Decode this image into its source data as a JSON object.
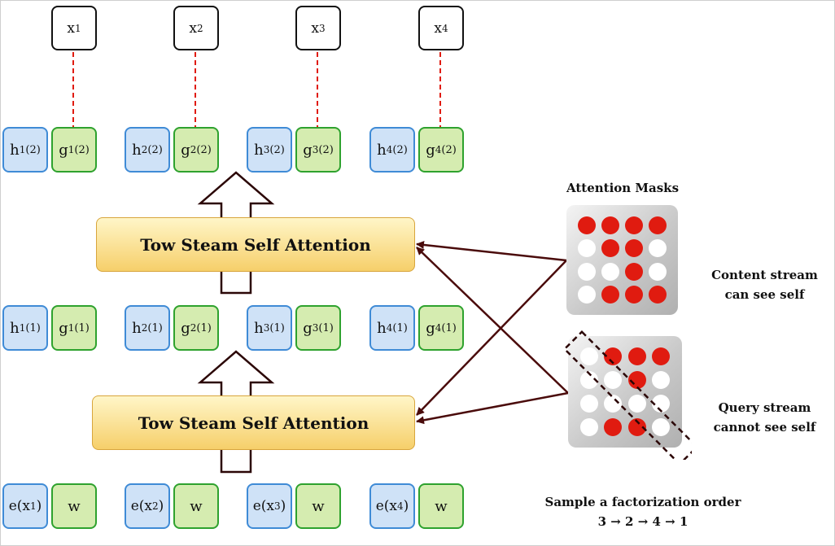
{
  "outputs": [
    {
      "base": "x",
      "sub": "1"
    },
    {
      "base": "x",
      "sub": "2"
    },
    {
      "base": "x",
      "sub": "3"
    },
    {
      "base": "x",
      "sub": "4"
    }
  ],
  "layer2": [
    {
      "h": {
        "base": "h",
        "sub": "1",
        "sup": "(2)"
      },
      "g": {
        "base": "g",
        "sub": "1",
        "sup": "(2)"
      }
    },
    {
      "h": {
        "base": "h",
        "sub": "2",
        "sup": "(2)"
      },
      "g": {
        "base": "g",
        "sub": "2",
        "sup": "(2)"
      }
    },
    {
      "h": {
        "base": "h",
        "sub": "3",
        "sup": "(2)"
      },
      "g": {
        "base": "g",
        "sub": "3",
        "sup": "(2)"
      }
    },
    {
      "h": {
        "base": "h",
        "sub": "4",
        "sup": "(2)"
      },
      "g": {
        "base": "g",
        "sub": "4",
        "sup": "(2)"
      }
    }
  ],
  "layer1": [
    {
      "h": {
        "base": "h",
        "sub": "1",
        "sup": "(1)"
      },
      "g": {
        "base": "g",
        "sub": "1",
        "sup": "(1)"
      }
    },
    {
      "h": {
        "base": "h",
        "sub": "2",
        "sup": "(1)"
      },
      "g": {
        "base": "g",
        "sub": "2",
        "sup": "(1)"
      }
    },
    {
      "h": {
        "base": "h",
        "sub": "3",
        "sup": "(1)"
      },
      "g": {
        "base": "g",
        "sub": "3",
        "sup": "(1)"
      }
    },
    {
      "h": {
        "base": "h",
        "sub": "4",
        "sup": "(1)"
      },
      "g": {
        "base": "g",
        "sub": "4",
        "sup": "(1)"
      }
    }
  ],
  "inputs": [
    {
      "e": {
        "base": "e(x",
        "sub": "1",
        "tail": ")"
      },
      "w": "w"
    },
    {
      "e": {
        "base": "e(x",
        "sub": "2",
        "tail": ")"
      },
      "w": "w"
    },
    {
      "e": {
        "base": "e(x",
        "sub": "3",
        "tail": ")"
      },
      "w": "w"
    },
    {
      "e": {
        "base": "e(x",
        "sub": "4",
        "tail": ")"
      },
      "w": "w"
    }
  ],
  "attention_blocks": {
    "upper": "Tow Steam Self Attention",
    "lower": "Tow Steam Self Attention"
  },
  "masks": {
    "title": "Attention Masks",
    "content": {
      "caption_lines": [
        "Content stream",
        "can see self"
      ],
      "grid": [
        [
          1,
          1,
          1,
          1
        ],
        [
          0,
          1,
          1,
          0
        ],
        [
          0,
          0,
          1,
          0
        ],
        [
          0,
          1,
          1,
          1
        ]
      ]
    },
    "query": {
      "caption_lines": [
        "Query stream",
        "cannot see self"
      ],
      "grid": [
        [
          0,
          1,
          1,
          1
        ],
        [
          0,
          0,
          1,
          0
        ],
        [
          0,
          0,
          0,
          0
        ],
        [
          0,
          1,
          1,
          0
        ]
      ]
    }
  },
  "factorization": {
    "title": "Sample a factorization order",
    "order": [
      "3",
      "2",
      "4",
      "1"
    ],
    "arrow": "→"
  },
  "colors": {
    "h_fill": "#cfe2f7",
    "h_border": "#3f8bd6",
    "g_fill": "#d5ecb0",
    "g_border": "#2ea22e",
    "mask_on": "#e01b10",
    "link": "#4a0b0b",
    "dashed": "#e01b10"
  }
}
